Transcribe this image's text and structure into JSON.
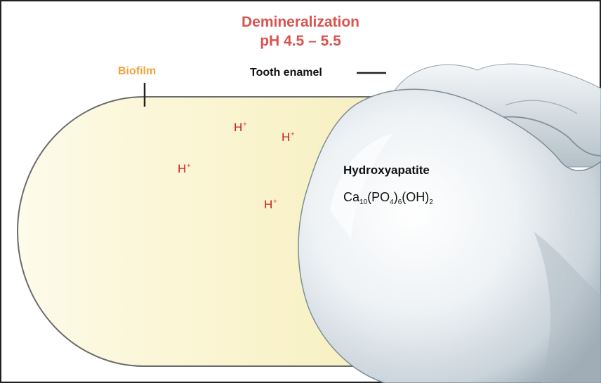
{
  "title": {
    "line1": "Demineralization",
    "line2": "pH 4.5 – 5.5"
  },
  "labels": {
    "biofilm": "Biofilm",
    "tooth_enamel": "Tooth enamel",
    "hydroxyapatite": "Hydroxyapatite"
  },
  "formula": {
    "ca": "Ca",
    "ca_sub": "10",
    "po_open": "(PO",
    "po_sub": "4",
    "po_close": ")",
    "po_group_sub": "6",
    "oh": "(OH)",
    "oh_sub": "2"
  },
  "ions": {
    "symbol": "H",
    "charge": "+",
    "count": 4
  },
  "colors": {
    "title": "#d9534f",
    "biofilm_label": "#f0a23a",
    "biofilm_fill": "#fbf6d4",
    "ion": "#cc2020",
    "tooth": "#d9e1e6",
    "outline": "#444444"
  }
}
